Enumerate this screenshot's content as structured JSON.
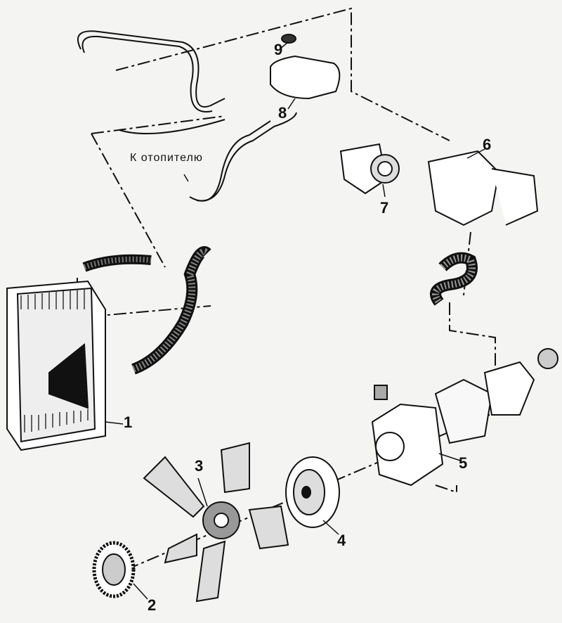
{
  "diagram": {
    "heater_label": "К отопителю",
    "callouts": [
      "1",
      "2",
      "3",
      "4",
      "5",
      "6",
      "7",
      "8",
      "9"
    ]
  }
}
